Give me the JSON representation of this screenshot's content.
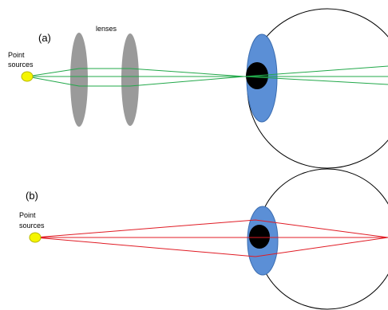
{
  "panel_a": {
    "label": "(a)",
    "lenses_label": "lenses",
    "source_label_line1": "Point",
    "source_label_line2": "sources",
    "ray_color": "#22a84a"
  },
  "panel_b": {
    "label": "(b)",
    "source_label_line1": "Point",
    "source_label_line2": "sources",
    "ray_color": "#e01b24"
  },
  "colors": {
    "lens": "#9a9a9a",
    "iris": "#5b8fd6",
    "pupil": "#000000",
    "eyeball_outline": "#000000",
    "source": "#f5f500"
  }
}
